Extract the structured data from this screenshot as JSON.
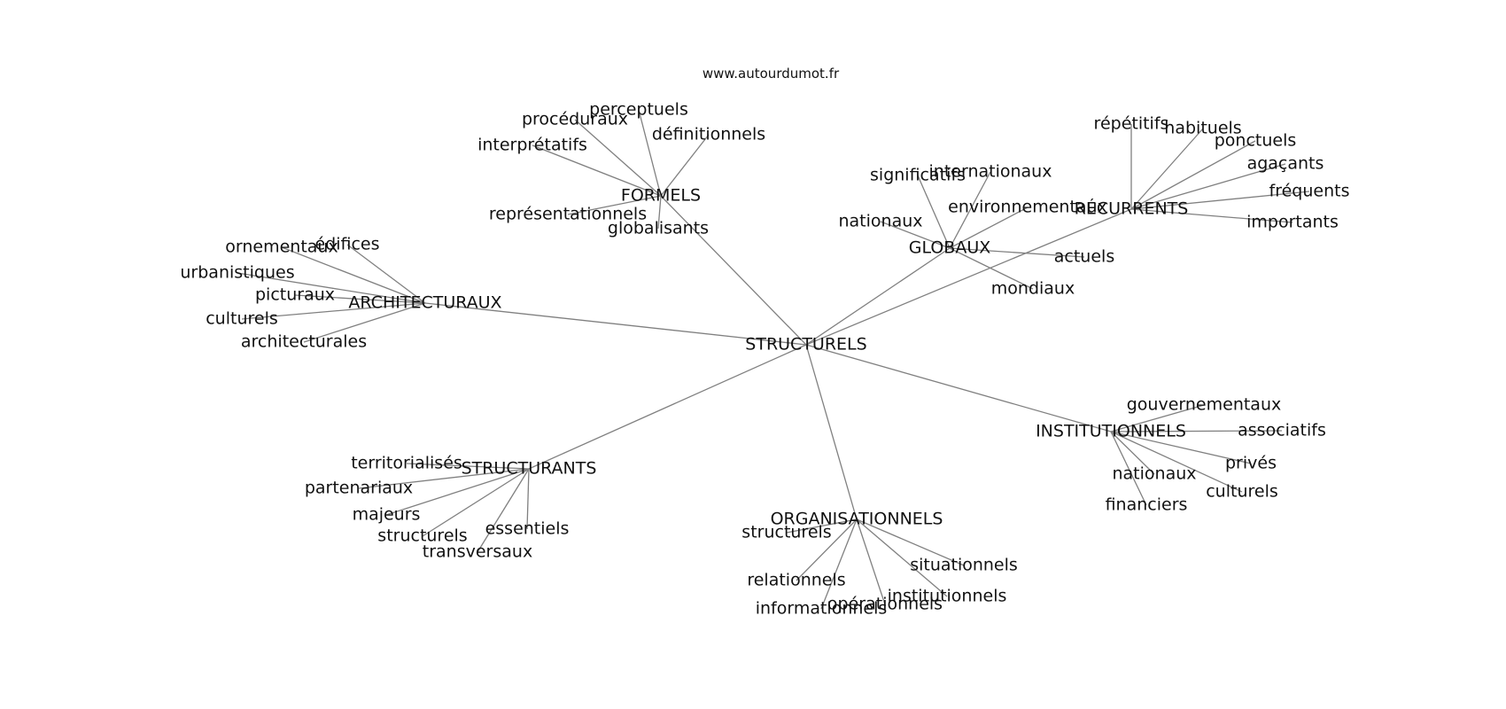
{
  "source": "www.autourdumot.fr",
  "center": "STRUCTURELS",
  "groups": [
    {
      "name": "FORMELS",
      "words": [
        "perceptuels",
        "procéduraux",
        "définitionnels",
        "interprétatifs",
        "représentationnels",
        "globalisants"
      ]
    },
    {
      "name": "ARCHITECTURAUX",
      "words": [
        "édifices",
        "ornementaux",
        "urbanistiques",
        "picturaux",
        "culturels",
        "architecturales"
      ]
    },
    {
      "name": "GLOBAUX",
      "words": [
        "internationaux",
        "significatifs",
        "environnementaux",
        "nationaux",
        "actuels",
        "mondiaux"
      ]
    },
    {
      "name": "RÉCURRENTS",
      "words": [
        "répétitifs",
        "habituels",
        "ponctuels",
        "agaçants",
        "fréquents",
        "importants"
      ]
    },
    {
      "name": "INSTITUTIONNELS",
      "words": [
        "gouvernementaux",
        "associatifs",
        "privés",
        "nationaux",
        "culturels",
        "financiers"
      ]
    },
    {
      "name": "STRUCTURANTS",
      "words": [
        "territorialisés",
        "partenariaux",
        "majeurs",
        "structurels",
        "essentiels",
        "transversaux"
      ]
    },
    {
      "name": "ORGANISATIONNELS",
      "words": [
        "structurels",
        "situationnels",
        "relationnels",
        "institutionnels",
        "opérationnels",
        "informationnels"
      ]
    }
  ]
}
